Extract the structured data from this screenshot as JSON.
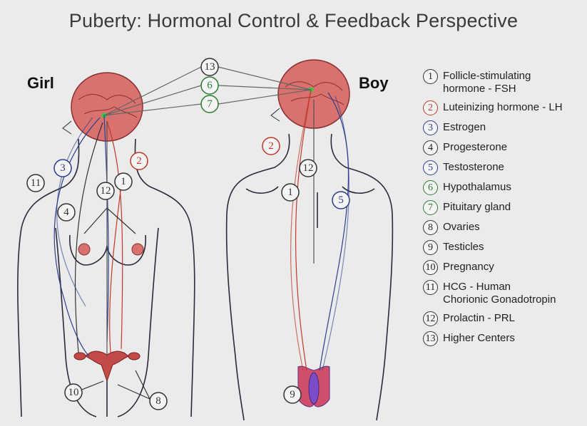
{
  "title": "Puberty: Hormonal Control & Feedback Perspective",
  "girl_label": "Girl",
  "boy_label": "Boy",
  "legend": [
    {
      "num": "1",
      "text": "Follicle-stimulating\nhormone - FSH",
      "color": "#333333"
    },
    {
      "num": "2",
      "text": "Luteinizing hormone - LH",
      "color": "#c0392b"
    },
    {
      "num": "3",
      "text": "Estrogen",
      "color": "#2c3e8c"
    },
    {
      "num": "4",
      "text": "Progesterone",
      "color": "#333333"
    },
    {
      "num": "5",
      "text": "Testosterone",
      "color": "#2c3e8c"
    },
    {
      "num": "6",
      "text": "Hypothalamus",
      "color": "#2e7d32"
    },
    {
      "num": "7",
      "text": "Pituitary gland",
      "color": "#2e7d32"
    },
    {
      "num": "8",
      "text": "Ovaries",
      "color": "#333333"
    },
    {
      "num": "9",
      "text": "Testicles",
      "color": "#333333"
    },
    {
      "num": "10",
      "text": "Pregnancy",
      "color": "#333333"
    },
    {
      "num": "11",
      "text": "HCG - Human\nChorionic Gonadotropin",
      "color": "#333333"
    },
    {
      "num": "12",
      "text": "Prolactin - PRL",
      "color": "#333333"
    },
    {
      "num": "13",
      "text": "Higher Centers",
      "color": "#333333"
    }
  ],
  "diagram_tags": {
    "top_13": "13",
    "top_6": "6",
    "top_7": "7",
    "girl_2": "2",
    "girl_3": "3",
    "girl_11": "11",
    "girl_12": "12",
    "girl_1": "1",
    "girl_4": "4",
    "girl_10": "10",
    "girl_8": "8",
    "boy_2": "2",
    "boy_12": "12",
    "boy_1": "1",
    "boy_5": "5",
    "boy_9": "9"
  },
  "colors": {
    "brain": "#d9726f",
    "brain_dark": "#b5504e",
    "red_line": "#c0392b",
    "blue_line": "#2c3e8c",
    "green_line": "#2e7d32",
    "body_outline": "#2a2a3a"
  }
}
